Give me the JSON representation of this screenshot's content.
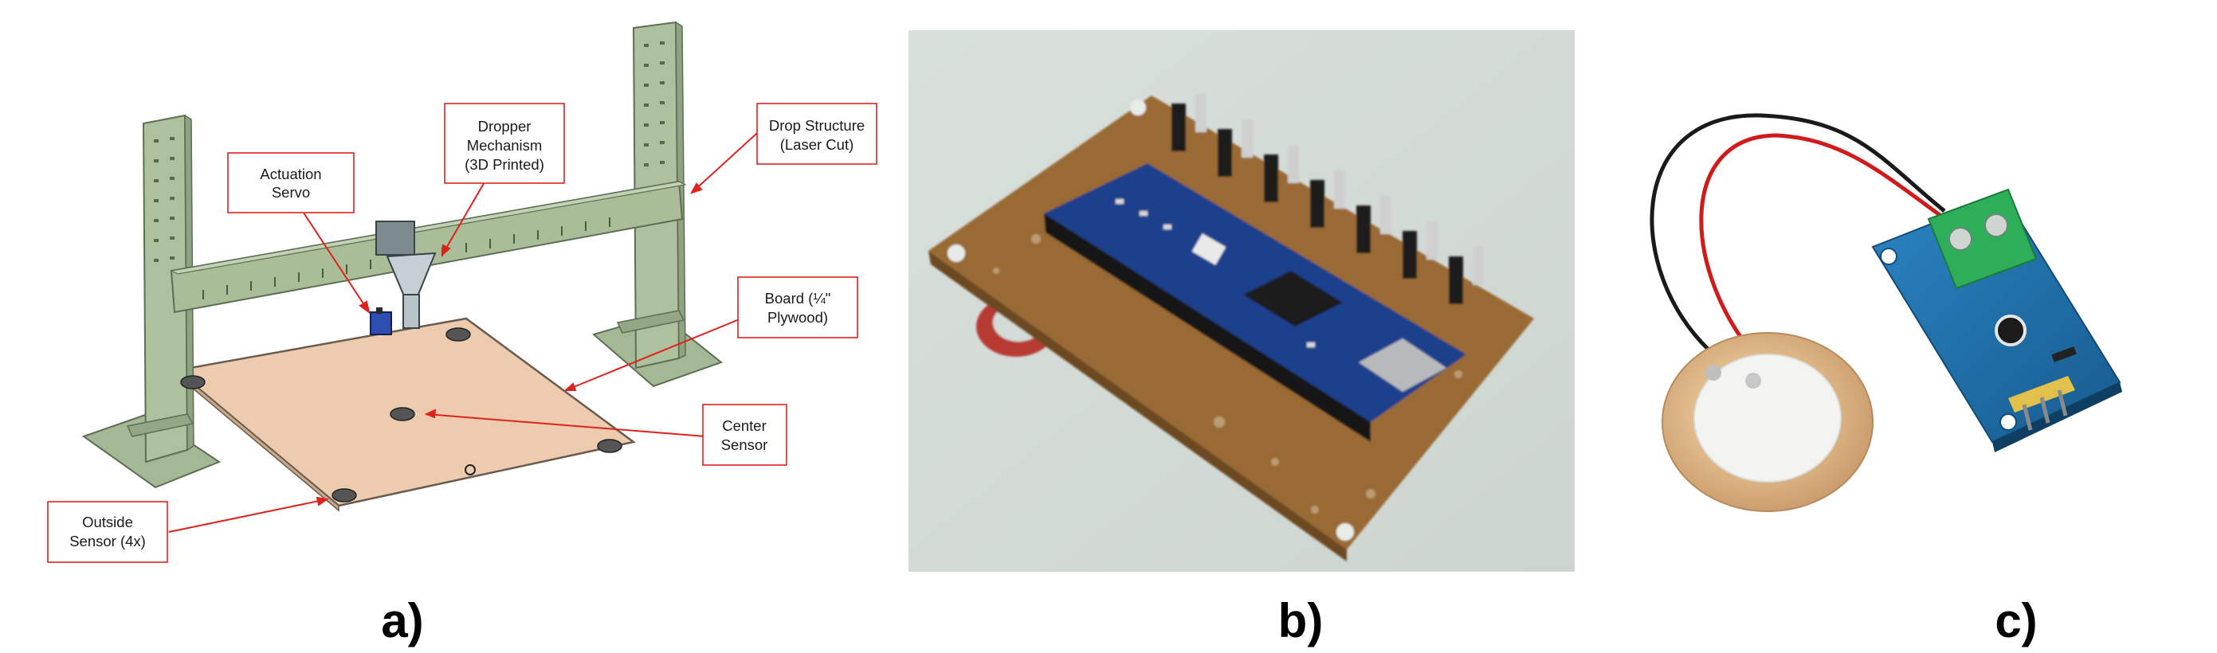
{
  "panels": {
    "a": {
      "label": "a)",
      "callouts": {
        "actuation_servo": [
          "Actuation",
          "Servo"
        ],
        "dropper": [
          "Dropper",
          "Mechanism",
          "(3D Printed)"
        ],
        "drop_structure": [
          "Drop Structure",
          "(Laser Cut)"
        ],
        "board": [
          "Board (¼\"",
          "Plywood)"
        ],
        "center_sensor": [
          "Center",
          "Sensor"
        ],
        "outside_sensor": [
          "Outside",
          "Sensor (4x)"
        ]
      }
    },
    "b": {
      "label": "b)"
    },
    "c": {
      "label": "c)"
    }
  },
  "colors": {
    "callout_red": "#e0221e",
    "frame_green": "#a8bd98",
    "frame_edge": "#5e6e55",
    "board_tan": "#eccbae",
    "pcb_brown": "#9a6b36",
    "arduino_blue": "#1f3f8c",
    "module_blue": "#1f6fa8",
    "terminal_green": "#2fae5a",
    "piezo_brass": "#d7ad79"
  }
}
